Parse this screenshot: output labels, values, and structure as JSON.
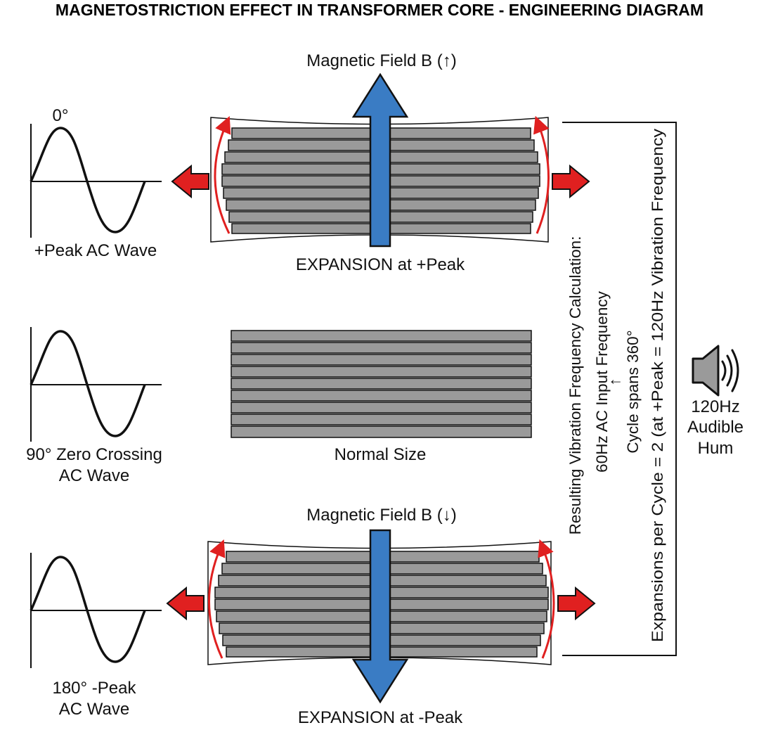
{
  "title": "MAGNETOSTRICTION EFFECT IN TRANSFORMER CORE - ENGINEERING DIAGRAM",
  "rows": [
    {
      "wave_top_label": "0°",
      "wave_caption": [
        "+Peak AC Wave"
      ],
      "field_label": "Magnetic Field B (↑)",
      "core_caption": "EXPANSION at +Peak",
      "state": "expanded",
      "field_direction": "up"
    },
    {
      "wave_top_label": "",
      "wave_caption": [
        "90° Zero Crossing",
        "AC Wave"
      ],
      "field_label": "",
      "core_caption": "Normal Size",
      "state": "normal",
      "field_direction": "none"
    },
    {
      "wave_top_label": "",
      "wave_caption": [
        "180° -Peak",
        "AC Wave"
      ],
      "field_label": "Magnetic Field B (↓)",
      "core_caption": "EXPANSION at -Peak",
      "state": "expanded",
      "field_direction": "down"
    }
  ],
  "calculation": {
    "lines": [
      "Resulting Vibration Frequency Calculation:",
      "60Hz AC Input Frequency",
      "↑",
      "Cycle spans 360°",
      "Expansions per Cycle = 2 (at +Peak = 120Hz Vibration Frequency"
    ]
  },
  "hum": {
    "icon": "speaker-icon",
    "label": [
      "120Hz",
      "Audible",
      "Hum"
    ]
  },
  "colors": {
    "lamination": "#9a9a9a",
    "outline": "#111111",
    "field_arrow": "#3a7cc4",
    "expansion_arrow": "#e02020"
  }
}
